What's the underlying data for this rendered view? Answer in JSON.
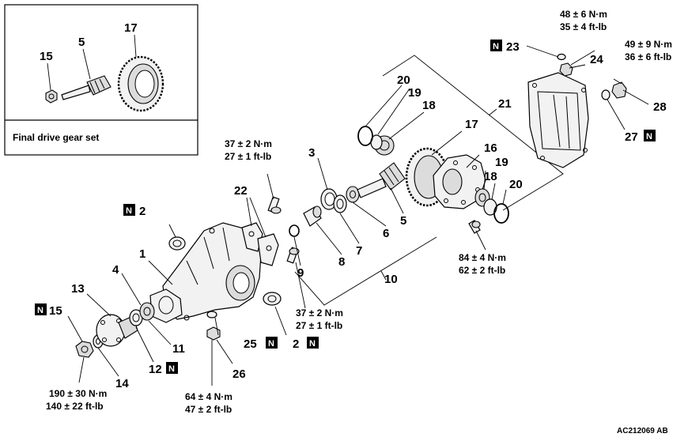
{
  "inset": {
    "caption": "Final drive gear set",
    "labels": [
      "15",
      "5",
      "17"
    ]
  },
  "new_part_marker": "N",
  "callouts": {
    "p1": "1",
    "p2a": "2",
    "p2b": "2",
    "p3": "3",
    "p4": "4",
    "p5": "5",
    "p6": "6",
    "p7": "7",
    "p8": "8",
    "p9": "9",
    "p10": "10",
    "p11": "11",
    "p12": "12",
    "p13": "13",
    "p14": "14",
    "p15": "15",
    "p16": "16",
    "p17": "17",
    "p18a": "18",
    "p18b": "18",
    "p19a": "19",
    "p19b": "19",
    "p20a": "20",
    "p20b": "20",
    "p21": "21",
    "p22": "22",
    "p23": "23",
    "p24": "24",
    "p25": "25",
    "p26": "26",
    "p27": "27",
    "p28": "28"
  },
  "torques": {
    "t23_nm": "48 ± 6 N·m",
    "t23_ft": "35 ± 4 ft-lb",
    "t28_nm": "49 ± 9 N·m",
    "t28_ft": "36 ± 6 ft-lb",
    "t22_nm": "37 ± 2 N·m",
    "t22_ft": "27 ± 1 ft-lb",
    "t16_nm": "84 ± 4 N·m",
    "t16_ft": "62 ± 2 ft-lb",
    "tlow_nm": "37 ± 2 N·m",
    "tlow_ft": "27 ± 1 ft-lb",
    "t15_nm": "190 ± 30 N·m",
    "t15_ft": "140 ± 22 ft-lb",
    "t26_nm": "64 ± 4 N·m",
    "t26_ft": "47 ± 2 ft-lb"
  },
  "figure_code": "AC212069 AB"
}
